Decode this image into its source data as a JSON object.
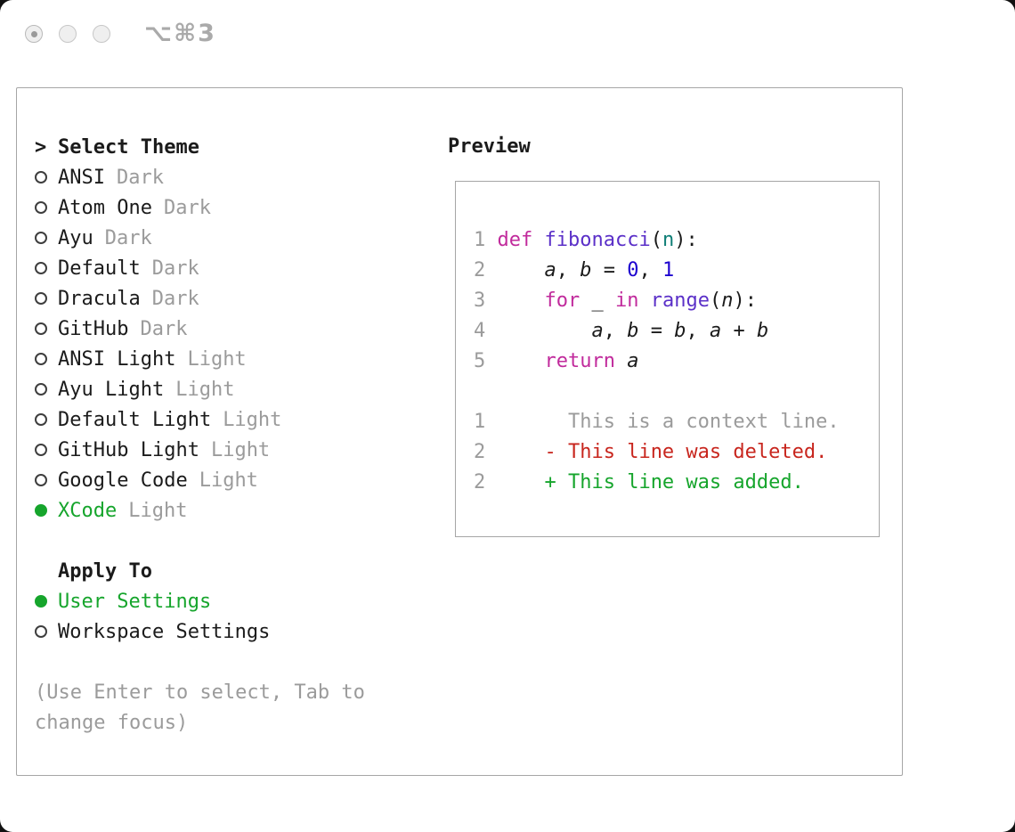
{
  "titlebar": {
    "shortcut": "⌥⌘3"
  },
  "palette": {
    "text": "#1b1b1b",
    "gray": "#9b9b9b",
    "green": "#16a52c",
    "red": "#c8261e",
    "kw": "#c12b9c",
    "fn": "#5b30c8",
    "num": "#1c00cf",
    "par": "#0f7e76",
    "border": "#a6a6a6"
  },
  "panel": {
    "title_prefix": ">",
    "title": "Select Theme",
    "themes": [
      {
        "name": "ANSI",
        "variant": "Dark",
        "selected": false
      },
      {
        "name": "Atom One",
        "variant": "Dark",
        "selected": false
      },
      {
        "name": "Ayu",
        "variant": "Dark",
        "selected": false
      },
      {
        "name": "Default",
        "variant": "Dark",
        "selected": false
      },
      {
        "name": "Dracula",
        "variant": "Dark",
        "selected": false
      },
      {
        "name": "GitHub",
        "variant": "Dark",
        "selected": false
      },
      {
        "name": "ANSI Light",
        "variant": "Light",
        "selected": false
      },
      {
        "name": "Ayu Light",
        "variant": "Light",
        "selected": false
      },
      {
        "name": "Default Light",
        "variant": "Light",
        "selected": false
      },
      {
        "name": "GitHub Light",
        "variant": "Light",
        "selected": false
      },
      {
        "name": "Google Code",
        "variant": "Light",
        "selected": false
      },
      {
        "name": "XCode",
        "variant": "Light",
        "selected": true
      }
    ],
    "apply_to_label": "Apply To",
    "apply_options": [
      {
        "label": "User Settings",
        "selected": true
      },
      {
        "label": "Workspace Settings",
        "selected": false
      }
    ],
    "hint_lines": [
      "(Use Enter to select, Tab to",
      "change focus)"
    ]
  },
  "preview": {
    "title": "Preview",
    "code_lines": [
      [
        {
          "t": "1 ",
          "c": "ln"
        },
        {
          "t": "def",
          "c": "kw"
        },
        {
          "t": " ",
          "c": "pl"
        },
        {
          "t": "fibonacci",
          "c": "fn"
        },
        {
          "t": "(",
          "c": "pl"
        },
        {
          "t": "n",
          "c": "par"
        },
        {
          "t": "):",
          "c": "pl"
        }
      ],
      [
        {
          "t": "2 ",
          "c": "ln"
        },
        {
          "t": "    ",
          "c": "pl"
        },
        {
          "t": "a",
          "c": "var"
        },
        {
          "t": ", ",
          "c": "pl"
        },
        {
          "t": "b",
          "c": "var"
        },
        {
          "t": " = ",
          "c": "pl"
        },
        {
          "t": "0",
          "c": "num"
        },
        {
          "t": ", ",
          "c": "pl"
        },
        {
          "t": "1",
          "c": "num"
        }
      ],
      [
        {
          "t": "3 ",
          "c": "ln"
        },
        {
          "t": "    ",
          "c": "pl"
        },
        {
          "t": "for",
          "c": "kw"
        },
        {
          "t": " _ ",
          "c": "pl"
        },
        {
          "t": "in",
          "c": "kw"
        },
        {
          "t": " ",
          "c": "pl"
        },
        {
          "t": "range",
          "c": "fn"
        },
        {
          "t": "(",
          "c": "pl"
        },
        {
          "t": "n",
          "c": "var"
        },
        {
          "t": "):",
          "c": "pl"
        }
      ],
      [
        {
          "t": "4 ",
          "c": "ln"
        },
        {
          "t": "        ",
          "c": "pl"
        },
        {
          "t": "a",
          "c": "var"
        },
        {
          "t": ", ",
          "c": "pl"
        },
        {
          "t": "b",
          "c": "var"
        },
        {
          "t": " = ",
          "c": "pl"
        },
        {
          "t": "b",
          "c": "var"
        },
        {
          "t": ", ",
          "c": "pl"
        },
        {
          "t": "a",
          "c": "var"
        },
        {
          "t": " + ",
          "c": "pl"
        },
        {
          "t": "b",
          "c": "var"
        }
      ],
      [
        {
          "t": "5 ",
          "c": "ln"
        },
        {
          "t": "    ",
          "c": "pl"
        },
        {
          "t": "return",
          "c": "kw"
        },
        {
          "t": " ",
          "c": "pl"
        },
        {
          "t": "a",
          "c": "var"
        }
      ],
      [],
      [
        {
          "t": "1",
          "c": "ln"
        },
        {
          "t": "       This is a context line.",
          "c": "ctx"
        }
      ],
      [
        {
          "t": "2",
          "c": "ln"
        },
        {
          "t": "     ",
          "c": "pl"
        },
        {
          "t": "- This line was deleted.",
          "c": "del"
        }
      ],
      [
        {
          "t": "2",
          "c": "ln"
        },
        {
          "t": "     ",
          "c": "pl"
        },
        {
          "t": "+ This line was added.",
          "c": "add"
        }
      ]
    ]
  }
}
